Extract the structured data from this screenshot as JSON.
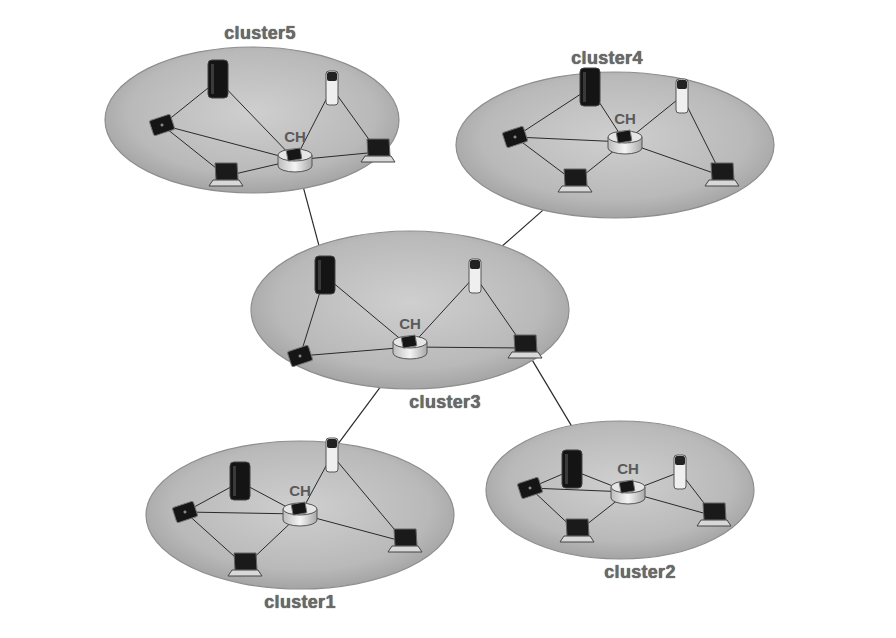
{
  "diagram": {
    "nodes": [
      {
        "text": [
          "cluster5"
        ]
      },
      {
        "text": [
          "CH"
        ],
        "in": 0
      },
      {
        "text": [
          "cluster4"
        ]
      },
      {
        "text": [
          "CH"
        ],
        "in": 2
      },
      {
        "text": [
          "cluster3"
        ]
      },
      {
        "text": [
          "CH"
        ],
        "in": 4
      },
      {
        "text": [
          "cluster1"
        ]
      },
      {
        "text": [
          "CH"
        ],
        "in": 6
      },
      {
        "text": [
          "cluster2"
        ]
      },
      {
        "text": [
          "CH"
        ],
        "in": 8
      }
    ],
    "edges": [
      {
        "from": 0,
        "to": 4,
        "arrow": "none"
      },
      {
        "from": 2,
        "to": 4,
        "arrow": "none"
      },
      {
        "from": 4,
        "to": 6,
        "arrow": "none"
      },
      {
        "from": 4,
        "to": 8,
        "arrow": "none"
      }
    ]
  }
}
